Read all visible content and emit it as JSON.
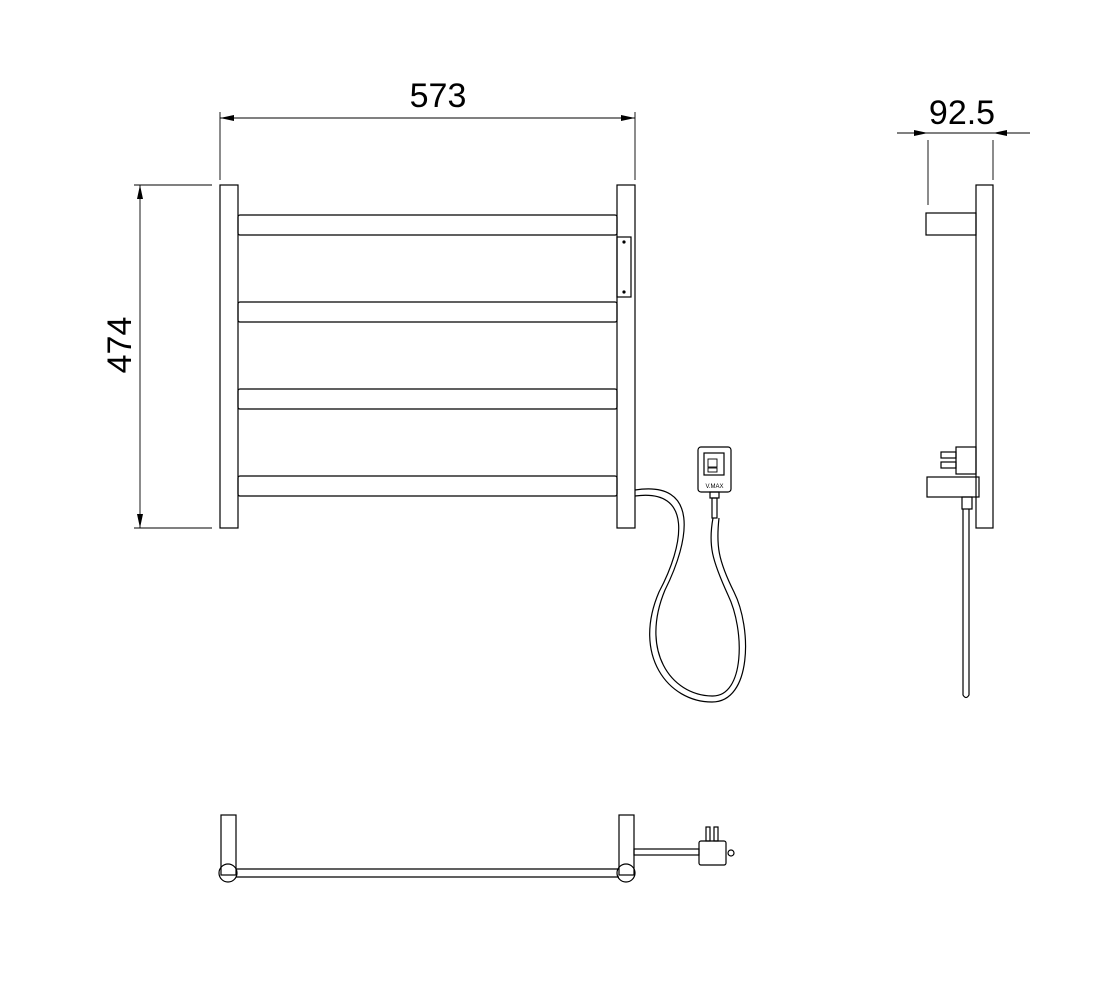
{
  "drawing": {
    "dimensions": {
      "width": "573",
      "height": "474",
      "depth": "92.5"
    },
    "controller_label": "V.MAX"
  }
}
